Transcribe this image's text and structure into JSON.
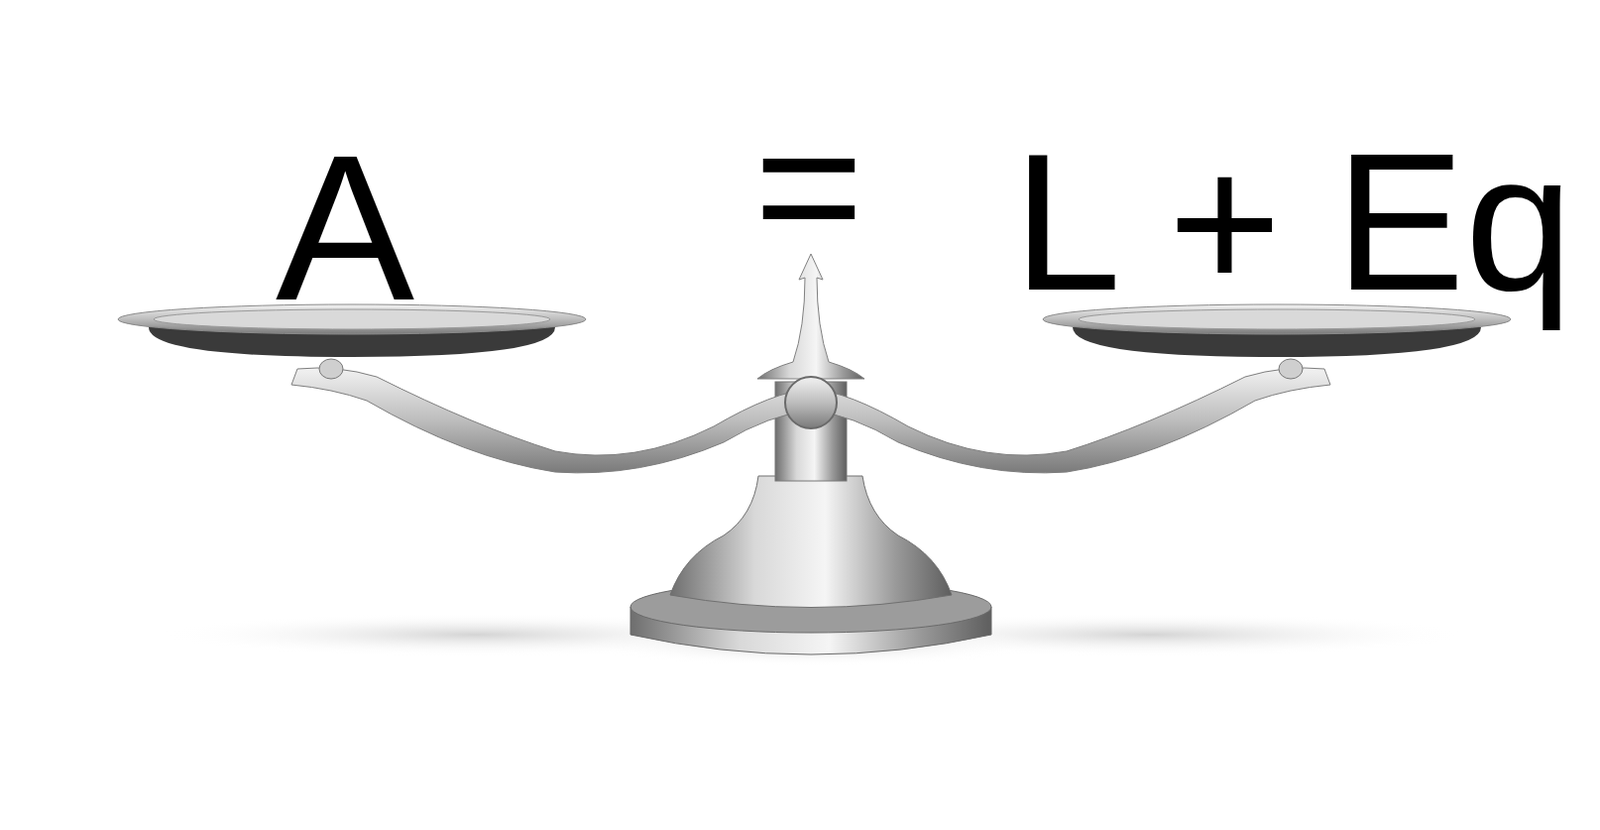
{
  "diagram": {
    "labels": [
      "A",
      "=",
      "L + Eq"
    ]
  }
}
